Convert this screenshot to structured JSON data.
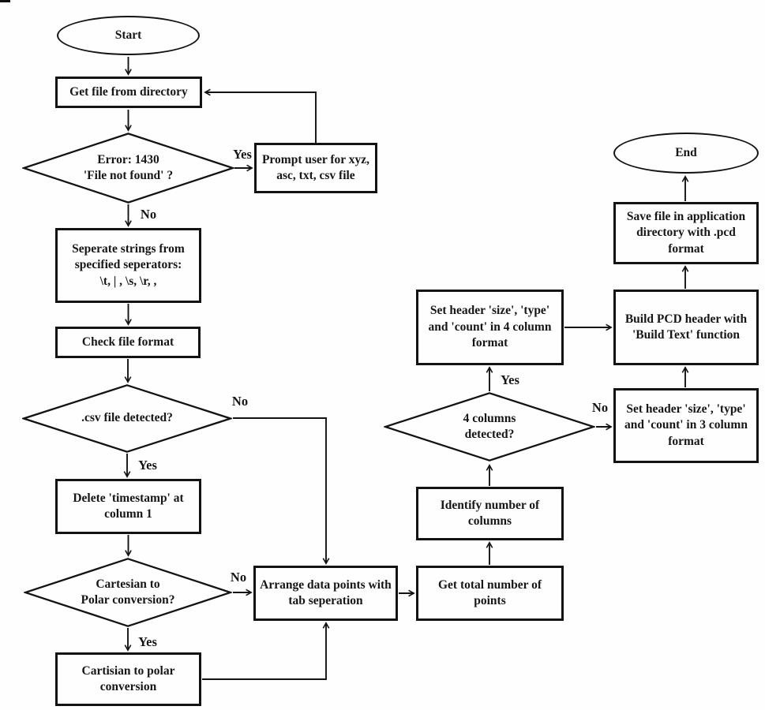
{
  "figure": {
    "type": "flowchart",
    "background_color": "#ffffff",
    "line_color": "#131313",
    "text_color": "#161616"
  },
  "nodes": {
    "start": {
      "type": "terminator",
      "label": "Start"
    },
    "get_file": {
      "type": "process",
      "label": "Get file from directory"
    },
    "error_check": {
      "type": "decision",
      "label": "Error: 1430\n'File not found' ?"
    },
    "prompt_user": {
      "type": "process",
      "label": "Prompt user for xyz,\nasc, txt, csv file"
    },
    "separate_strings": {
      "type": "process",
      "label": "Seperate strings from\nspecified seperators:\n\\t, | , \\s, \\r, ,"
    },
    "check_format": {
      "type": "process",
      "label": "Check file format"
    },
    "csv_detected": {
      "type": "decision",
      "label": ".csv file detected?"
    },
    "delete_timestamp": {
      "type": "process",
      "label": "Delete 'timestamp' at\ncolumn 1"
    },
    "cartesian_question": {
      "type": "decision",
      "label": "Cartesian to\nPolar conversion?"
    },
    "cartesian_conversion": {
      "type": "process",
      "label": "Cartisian to polar\nconversion"
    },
    "arrange_points": {
      "type": "process",
      "label": "Arrange data points with\ntab seperation"
    },
    "get_total_points": {
      "type": "process",
      "label": "Get total number of points"
    },
    "identify_columns": {
      "type": "process",
      "label": "Identify number of\ncolumns"
    },
    "four_columns": {
      "type": "decision",
      "label": "4 columns\ndetected?"
    },
    "set_header_4col": {
      "type": "process",
      "label": "Set header 'size', 'type'\nand 'count' in 4 column\nformat"
    },
    "set_header_3col": {
      "type": "process",
      "label": "Set header 'size', 'type'\nand 'count' in 3 column\nformat"
    },
    "build_pcd_header": {
      "type": "process",
      "label": "Build PCD header with\n'Build Text' function"
    },
    "save_file": {
      "type": "process",
      "label": "Save file in application\ndirectory with .pcd format"
    },
    "end": {
      "type": "terminator",
      "label": "End"
    }
  },
  "edge_labels": {
    "error_yes": "Yes",
    "error_no": "No",
    "csv_no": "No",
    "csv_yes": "Yes",
    "cartesian_no": "No",
    "cartesian_yes": "Yes",
    "four_columns_yes": "Yes",
    "four_columns_no": "No"
  }
}
